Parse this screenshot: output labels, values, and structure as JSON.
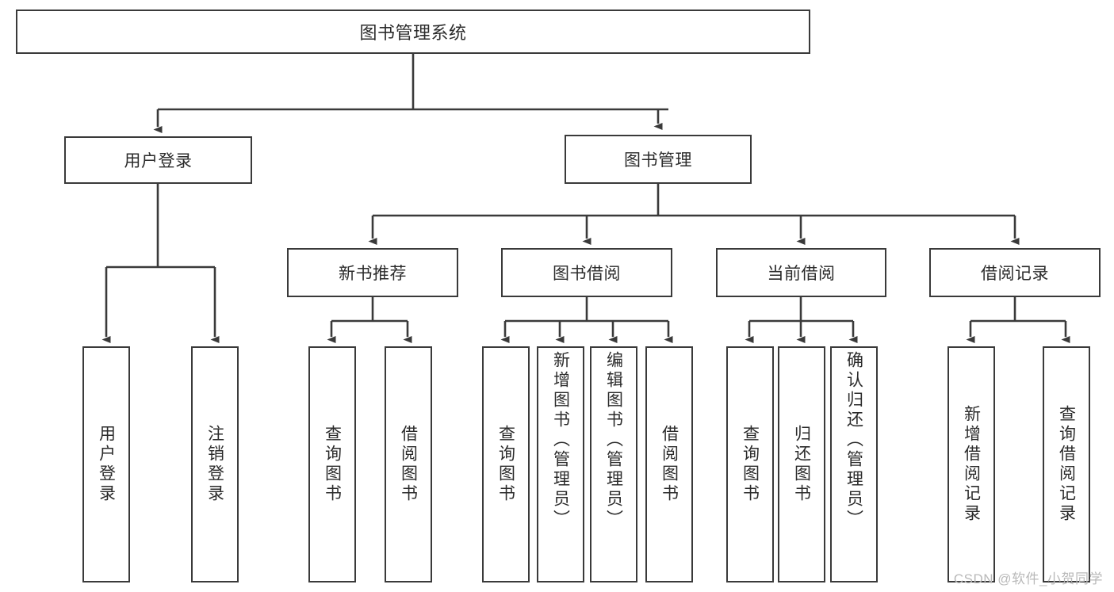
{
  "diagram": {
    "type": "tree",
    "title": "图书管理系统",
    "theme": {
      "background": "#ffffff",
      "box_border": "#3a3a3a",
      "box_fill": "#ffffff",
      "text": "#2b2b2b",
      "edge": "#3a3a3a",
      "watermark": "#b9b9b9"
    },
    "root": {
      "label": "图书管理系统"
    },
    "level2": [
      {
        "label": "用户登录"
      },
      {
        "label": "图书管理"
      }
    ],
    "level3": [
      {
        "label": "新书推荐"
      },
      {
        "label": "图书借阅"
      },
      {
        "label": "当前借阅"
      },
      {
        "label": "借阅记录"
      }
    ],
    "leaves": {
      "user_login": [
        {
          "label": "用户登录"
        },
        {
          "label": "注销登录"
        }
      ],
      "new_book_recommend": [
        {
          "label": "查询图书"
        },
        {
          "label": "借阅图书"
        }
      ],
      "book_borrow": [
        {
          "label": "查询图书"
        },
        {
          "label": "新增图书（管理员）"
        },
        {
          "label": "编辑图书（管理员）"
        },
        {
          "label": "借阅图书"
        }
      ],
      "current_borrow": [
        {
          "label": "查询图书"
        },
        {
          "label": "归还图书"
        },
        {
          "label": "确认归还（管理员）"
        }
      ],
      "borrow_record": [
        {
          "label": "新增借阅记录"
        },
        {
          "label": "查询借阅记录"
        }
      ]
    }
  },
  "watermark": {
    "text": "CSDN @软件_小贺同学"
  }
}
